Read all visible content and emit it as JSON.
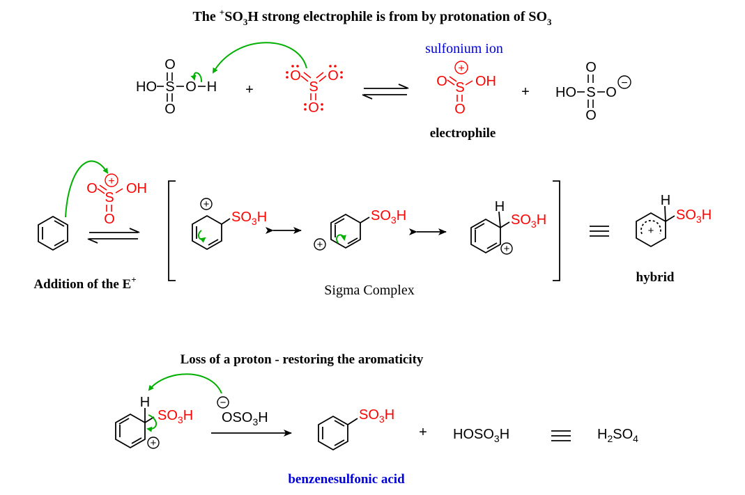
{
  "colors": {
    "ink": "#000000",
    "reagent": "#ff0000",
    "arrow": "#00b000",
    "highlight": "#0000dd"
  },
  "title": {
    "part1": "The ",
    "sup": "+",
    "part2": "SO",
    "sub": "3",
    "part3": "H strong electrophile is from by protonation of SO",
    "sub2": "3"
  },
  "step1": {
    "sulfuric_acid": {
      "o_top": "O",
      "o_bottom": "O",
      "left": "HO",
      "s": "S",
      "o_right": "O",
      "h": "H"
    },
    "plus1": "+",
    "so3": {
      "o_left": "O",
      "s": "S",
      "o_right": "O",
      "o_bottom": "O"
    },
    "sulfonium_label": "sulfonium ion",
    "electrophile": {
      "o_left": "O",
      "s": "S",
      "oh": "OH",
      "o_bottom": "O",
      "charge": "+"
    },
    "electrophile_label": "electrophile",
    "plus2": "+",
    "bisulfate": {
      "o_top": "O",
      "o_bottom": "O",
      "left": "HO",
      "s": "S",
      "o_right": "O",
      "charge": "−"
    }
  },
  "step2": {
    "electrophile": {
      "o_left": "O",
      "s": "S",
      "oh": "OH",
      "o_bottom": "O",
      "charge": "+"
    },
    "addition_label": "Addition of the E",
    "addition_sup": "+",
    "sigma": {
      "r1": {
        "group": "SO",
        "sub": "3",
        "h": "H",
        "charge": "+"
      },
      "r2": {
        "group": "SO",
        "sub": "3",
        "h": "H",
        "charge": "+"
      },
      "r3": {
        "hatom": "H",
        "group": "SO",
        "sub": "3",
        "h": "H",
        "charge": "+"
      }
    },
    "sigma_label": "Sigma Complex",
    "hybrid": {
      "hatom": "H",
      "group": "SO",
      "sub": "3",
      "h": "H",
      "charge": "+"
    },
    "hybrid_label": "hybrid"
  },
  "step3": {
    "title": "Loss of a proton - restoring the aromaticity",
    "complex": {
      "hatom": "H",
      "group": "SO",
      "sub": "3",
      "h": "H",
      "charge": "+"
    },
    "base": {
      "charge": "−",
      "text": "OSO",
      "sub": "3",
      "h": "H"
    },
    "product": {
      "group": "SO",
      "sub": "3",
      "h": "H"
    },
    "product_label": "benzenesulfonic acid",
    "plus": "+",
    "byproduct": {
      "pre": "HOSO",
      "sub": "3",
      "post": "H"
    },
    "formula": {
      "h": "H",
      "sub1": "2",
      "so": "SO",
      "sub2": "4"
    }
  }
}
